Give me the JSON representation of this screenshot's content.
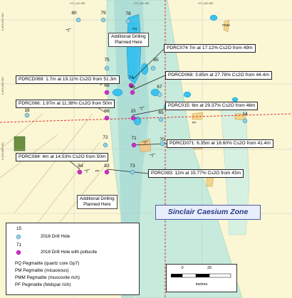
{
  "coords": {
    "top": [
      "371,140 ME",
      "371,160 ME",
      "371,180 ME"
    ],
    "left": [
      "6,450,020 MN",
      "6,450,000 MN",
      "6,449,980 MN"
    ]
  },
  "holes_2016": [
    {
      "id": "80"
    },
    {
      "id": "79"
    },
    {
      "id": "78"
    },
    {
      "id": "75"
    },
    {
      "id": "85"
    },
    {
      "id": "67"
    },
    {
      "id": "16"
    },
    {
      "id": "65"
    },
    {
      "id": "14"
    },
    {
      "id": "72"
    },
    {
      "id": "70"
    },
    {
      "id": "73"
    }
  ],
  "holes_pollucite": [
    {
      "id": "74"
    },
    {
      "id": "69"
    },
    {
      "id": "68"
    },
    {
      "id": "66"
    },
    {
      "id": "15"
    },
    {
      "id": "71"
    },
    {
      "id": "84"
    },
    {
      "id": "83"
    }
  ],
  "callouts": {
    "pdrc074": "PDRC074  7m at 17.12% Cs2O from 49m",
    "pdrcd069": "PDRCD069:  1.7m at 19.11% Cs2O from 51.3m",
    "pdrcd068": "PDRCD068:  3.85m at 27.78% Cs2O from 44.4m",
    "pdrc066": "PDRC066:  1.97m at 11.38% Cs2O from 50m",
    "pdrc015": "PDRC015:  6m at 29.37% Cs2O from 46m",
    "pdrcd071": "PDRCD071:  6.35m at 18.60% Cs2O from 41.4m",
    "pdrc084": "PDRC084:  4m at 14.53% Cs2O from 50m",
    "pdrc083": "PDRC083:  12m at 15.77% Cs2O from 43m"
  },
  "planned": {
    "top": [
      "Additional Drilling",
      "Planned Here"
    ],
    "bottom": [
      "Additional Drilling",
      "Planned Here"
    ]
  },
  "zone_title": "Sinclair Caesium Zone",
  "map_labels": {
    "pq": "PQ",
    "pmm": "PMM",
    "pf": "PF"
  },
  "legend": {
    "hole_2016_id": "15",
    "hole_2016_text": "2016 Drill Hole",
    "hole_pollucite_id": "71",
    "hole_pollucite_text": "2016 Drill Hole with pollucite",
    "pegmatite": [
      "PQ  Pegmatite (quartz core Gp7)",
      "PM  Pegmatite (micaceous)",
      "PMM Pegmatite (muscovite rich)",
      "PF  Pegmatite (feldspar rich)"
    ]
  },
  "scale": {
    "ticks": [
      "0",
      "20"
    ],
    "unit": "metres"
  },
  "colors": {
    "hole_2016": "#8ed1e8",
    "hole_pollucite": "#d62ad0",
    "quartz_core": "#3ac2ee",
    "pegmatite_zone": "#c6eadb",
    "host_rock": "#fbf6d4",
    "zone_title_border": "#4a5aa8"
  }
}
